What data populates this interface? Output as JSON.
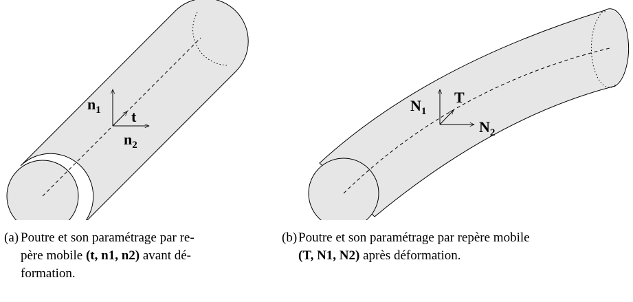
{
  "panel_a": {
    "vector_labels": {
      "n1": "n",
      "n1_sub": "1",
      "t": "t",
      "n2": "n",
      "n2_sub": "2"
    },
    "caption": {
      "label": "(a)",
      "line1": "Poutre et son paramétrage par re-",
      "line2_pre": "père mobile ",
      "line2_math": "(t, n1, n2)",
      "line2_post": " avant dé-",
      "line3": "formation."
    }
  },
  "panel_b": {
    "vector_labels": {
      "N1": "N",
      "N1_sub": "1",
      "T": "T",
      "N2": "N",
      "N2_sub": "2"
    },
    "caption": {
      "label": "(b)",
      "line1": "Poutre et son paramétrage par repère mobile",
      "line2_math": "(T, N1, N2)",
      "line2_post": " après déformation."
    }
  },
  "colors": {
    "tube_fill": "#e6e6e6",
    "stroke": "#000000"
  }
}
